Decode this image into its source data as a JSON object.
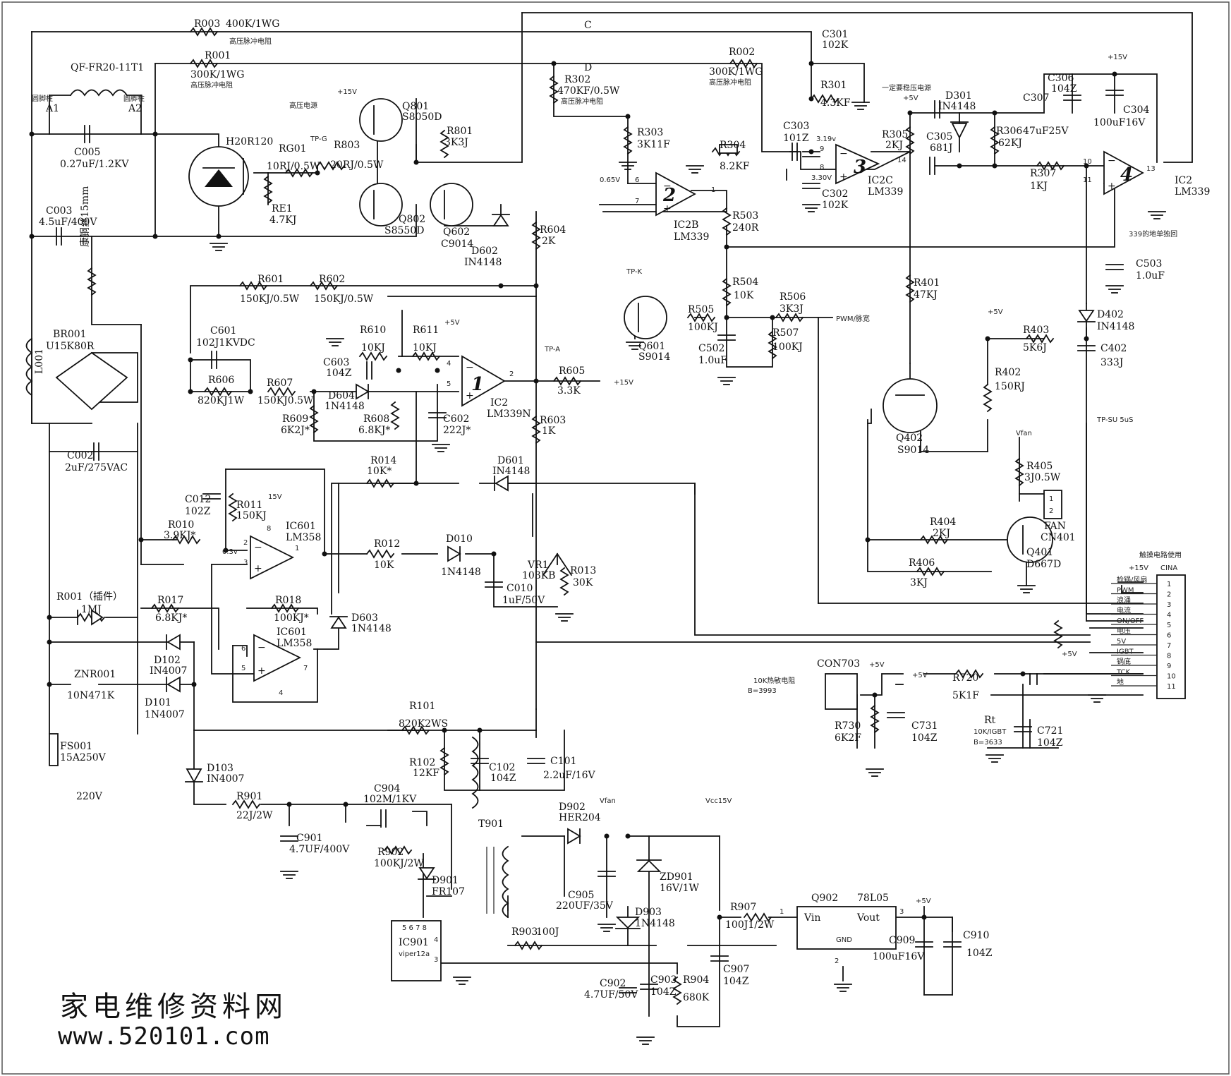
{
  "labels": {
    "R003": "R003",
    "R003_v": "400K/1WG",
    "R003_n": "高压脉冲电阻",
    "R001a": "R001",
    "R001a_v": "300K/1WG",
    "R001a_n": "高压脉冲电阻",
    "QF": "QF-FR20-11T1",
    "A1_n": "圆脚柱",
    "A1": "A1",
    "A2_n": "圆脚柱",
    "A2": "A2",
    "C005": "C005",
    "C005_v": "0.27uF/1.2KV",
    "C_mark": "C",
    "D_mark": "D",
    "R302": "R302",
    "R302_v": "470KF/0.5W",
    "R302_n": "高压脉冲电阻",
    "R002": "R002",
    "R002_v": "300K/1WG",
    "R002_n": "高压脉冲电阻",
    "C301": "C301",
    "C301_v": "102K",
    "R301": "R301",
    "R301_v": "4.3KF",
    "plus15_top": "+15V",
    "C306": "C306",
    "C306_v": "104Z",
    "C304": "C304",
    "C304_v": "100uF16V",
    "plus15_q801": "+15V",
    "q801_n": "高压电源",
    "Q801": "Q801",
    "Q801_v": "S8050D",
    "R801": "R801",
    "R801_v": "3K3J",
    "IGBT": "H20R120",
    "RG01": "RG01",
    "RG01_v": "10RJ/0.5W",
    "TPG": "TP-G",
    "R803": "R803",
    "R803_v": "20RJ/0.5W",
    "RE1": "RE1",
    "RE1_v": "4.7KJ",
    "Q802": "Q802",
    "Q802_v": "S8550D",
    "Q602": "Q602",
    "Q602_v": "C9014",
    "R303": "R303",
    "R303_v": "3K11F",
    "v065": "0.65V",
    "pin6": "6",
    "pin7": "7",
    "pin1_2b": "1",
    "IC2B": "IC2B",
    "IC2B_v": "LM339",
    "R304": "R304",
    "R304_v": "8.2KF",
    "C303": "C303",
    "C303_v": "101Z",
    "v319": "3.19v",
    "pin9": "9",
    "pin8": "8",
    "v330": "3.30V",
    "pin14": "14",
    "IC2C": "IC2C",
    "IC2C_v": "LM339",
    "C302": "C302",
    "C302_v": "102K",
    "stable5v": "一定要稳压电源",
    "plus5_r305": "+5V",
    "R305": "R305",
    "R305_v": "2KJ",
    "D301": "D301",
    "D301_v": "IN4148",
    "C307": "C307",
    "C307_v": "47uF25V",
    "C305": "C305",
    "C305_v": "681J",
    "R306": "R306",
    "R306_v": "62KJ",
    "pin10": "10",
    "pin11": "11",
    "pin13": "13",
    "IC2_4": "IC2",
    "IC2_4v": "LM339",
    "R307": "R307",
    "R307_v": "1KJ",
    "gnd339": "339的地单独回",
    "C503": "C503",
    "C503_v": "1.0uF",
    "C003": "C003",
    "C003_v": "4.5uF/400V",
    "copper": "康铜丝15mm",
    "R601": "R601",
    "R601_v": "150KJ/0.5W",
    "R602": "R602",
    "R602_v": "150KJ/0.5W",
    "D602": "D602",
    "D602_v": "IN4148",
    "R604": "R604",
    "R604_v": "2K",
    "R503": "R503",
    "R503_v": "240R",
    "TPK": "TP-K",
    "R504": "R504",
    "R504_v": "10K",
    "R505": "R505",
    "R505_v": "100KJ",
    "R506": "R506",
    "R506_v": "3K3J",
    "PWM": "PWM/脉宽",
    "Q601": "Q601",
    "Q601_v": "S9014",
    "C502": "C502",
    "C502_v": "1.0uF",
    "R507": "R507",
    "R507_v": "100KJ",
    "R401": "R401",
    "R401_v": "47KJ",
    "D402": "D402",
    "D402_v": "IN4148",
    "plus5_r403": "+5V",
    "R403": "R403",
    "R403_v": "5K6J",
    "C402": "C402",
    "C402_v": "333J",
    "L001": "L001",
    "BR001": "BR001",
    "BR001_v": "U15K80R",
    "C601": "C601",
    "C601_v": "102J1KVDC",
    "R610": "R610",
    "R610_v": "10KJ",
    "R611": "R611",
    "R611_v": "10KJ",
    "plus5_r611": "+5V",
    "C603": "C603",
    "C603_v": "104Z",
    "pin4": "4",
    "pin5": "5",
    "pin2": "2",
    "TPA": "TP-A",
    "R605": "R605",
    "R605_v": "3.3K",
    "plus15_r605": "+15V",
    "R606": "R606",
    "R606_v": "820KJ1W",
    "R607": "R607",
    "R607_v": "150KJ0.5W",
    "D604": "D604",
    "D604_v": "1N4148",
    "IC2_1": "IC2",
    "IC2_1v": "LM339N",
    "C602": "C602",
    "C602_v": "222J*",
    "R609": "R609",
    "R609_v": "6K2J*",
    "R608": "R608",
    "R608_v": "6.8KJ*",
    "R603": "R603",
    "R603_v": "1K",
    "R402": "R402",
    "R402_v": "150RJ",
    "Q402": "Q402",
    "Q402_v": "S9014",
    "TPSU": "TP-SU 5uS",
    "C002": "C002",
    "C002_v": "2uF/275VAC",
    "R014": "R014",
    "R014_v": "10K*",
    "D601": "D601",
    "D601_v": "IN4148",
    "Vfan": "Vfan",
    "R405": "R405",
    "R405_v": "3J0.5W",
    "C012": "C012",
    "C012_v": "102Z",
    "R011": "R011",
    "R011_v": "150KJ",
    "v15_ic601": "15V",
    "pin8_601": "8",
    "IC601a": "IC601",
    "IC601a_v": "LM358",
    "R010": "R010",
    "R010_v": "3.9KJ*",
    "v03": "0.3v",
    "pin2_601": "2",
    "pin3_601": "3",
    "pin1_601": "1",
    "R012": "R012",
    "R012_v": "10K",
    "D010": "D010",
    "D010_v": "1N4148",
    "VR1": "VR1",
    "VR1_v": "103KB",
    "R013": "R013",
    "R013_v": "30K",
    "C010": "C010",
    "C010_v": "1uF/50V",
    "fan1": "1",
    "fan2": "2",
    "FAN": "FAN",
    "CN401": "CN401",
    "R404": "R404",
    "R404_v": "2KJ",
    "Q401": "Q401",
    "Q401_v": "D667D",
    "R406": "R406",
    "R406_v": "3KJ",
    "display": "触摸电路使用",
    "plus15_cn": "+15V",
    "CINA": "CINA",
    "R001b": "R001",
    "R001b_n": "（插件）",
    "R001b_v": "1MJ",
    "R017": "R017",
    "R017_v": "6.8KJ*",
    "R018": "R018",
    "R018_v": "100KJ*",
    "IC601b": "IC601",
    "IC601b_v": "LM358",
    "pin6_601": "6",
    "pin5_601": "5",
    "pin7_601": "7",
    "pin4_601": "4",
    "D603": "D603",
    "D603_v": "1N4148",
    "D102": "D102",
    "D102_v": "IN4007",
    "ZNR001": "ZNR001",
    "ZNR001_v": "10N471K",
    "D101": "D101",
    "D101_v": "1N4007",
    "CON703": "CON703",
    "plus5_con": "+5V",
    "ntc_note": "10K热敏电阻",
    "ntc_b": "B=3993",
    "plus5_line": "+5V",
    "plus5_r720": "+5V",
    "R720": "R720",
    "R720_v": "5K1F",
    "Rt": "Rt",
    "Rt_v": "10K/IGBT",
    "Rt_b": "B=3633",
    "R730": "R730",
    "R730_v": "6K2F",
    "C731": "C731",
    "C731_v": "104Z",
    "C721": "C721",
    "C721_v": "104Z",
    "R101": "R101",
    "R101_v": "820K2WS",
    "R102": "R102",
    "R102_v": "12KF",
    "C102": "C102",
    "C102_v": "104Z",
    "C101": "C101",
    "C101_v": "2.2uF/16V",
    "FS001": "FS001",
    "FS001_v": "15A250V",
    "v220": "220V",
    "D103": "D103",
    "D103_v": "IN4007",
    "R901": "R901",
    "R901_v": "22J/2W",
    "C904": "C904",
    "C904_v": "102M/1KV",
    "T901": "T901",
    "D902": "D902",
    "D902_v": "HER204",
    "Vfan2": "Vfan",
    "Vcc15": "Vcc15V",
    "C901": "C901",
    "C901_v": "4.7UF/400V",
    "R902": "R902",
    "R902_v": "100KJ/2W",
    "D901": "D901",
    "D901_v": "FR107",
    "C905": "C905",
    "C905_v": "220UF/35V",
    "ZD901": "ZD901",
    "ZD901_v": "16V/1W",
    "D903": "D903",
    "D903_v": "1N4148",
    "ic901pins": "5 6 7 8",
    "IC901": "IC901",
    "IC901_v": "viper12a",
    "pin4_901": "4",
    "pin3_901": "3",
    "R903": "R903",
    "R903_v": "100J",
    "R907": "R907",
    "R907_v": "100J1/2W",
    "Q902": "Q902",
    "Q902_v": "78L05",
    "Vin": "Vin",
    "Vout": "Vout",
    "GND": "GND",
    "pin1_902": "1",
    "pin3_902": "3",
    "pin2_902": "2",
    "plus5_q902": "+5V",
    "C909": "C909",
    "C909_v": "100uF16V",
    "C910": "C910",
    "C910_v": "104Z",
    "C902": "C902",
    "C902_v": "4.7UF/50V",
    "C903": "C903",
    "C903_v": "104Z",
    "R904": "R904",
    "R904_v": "680K",
    "C907": "C907",
    "C907_v": "104Z"
  },
  "cn_pins": [
    {
      "no": "1",
      "name": "检锅/风扇"
    },
    {
      "no": "2",
      "name": "PWM"
    },
    {
      "no": "3",
      "name": "浪涌"
    },
    {
      "no": "4",
      "name": "电流"
    },
    {
      "no": "5",
      "name": "ON/OFF"
    },
    {
      "no": "6",
      "name": "电压"
    },
    {
      "no": "7",
      "name": "5V"
    },
    {
      "no": "8",
      "name": "IGBT"
    },
    {
      "no": "9",
      "name": "锅底"
    },
    {
      "no": "10",
      "name": "TCK"
    },
    {
      "no": "11",
      "name": "地"
    }
  ],
  "watermark": {
    "name": "家电维修资料网",
    "url": "www.520101.com"
  }
}
